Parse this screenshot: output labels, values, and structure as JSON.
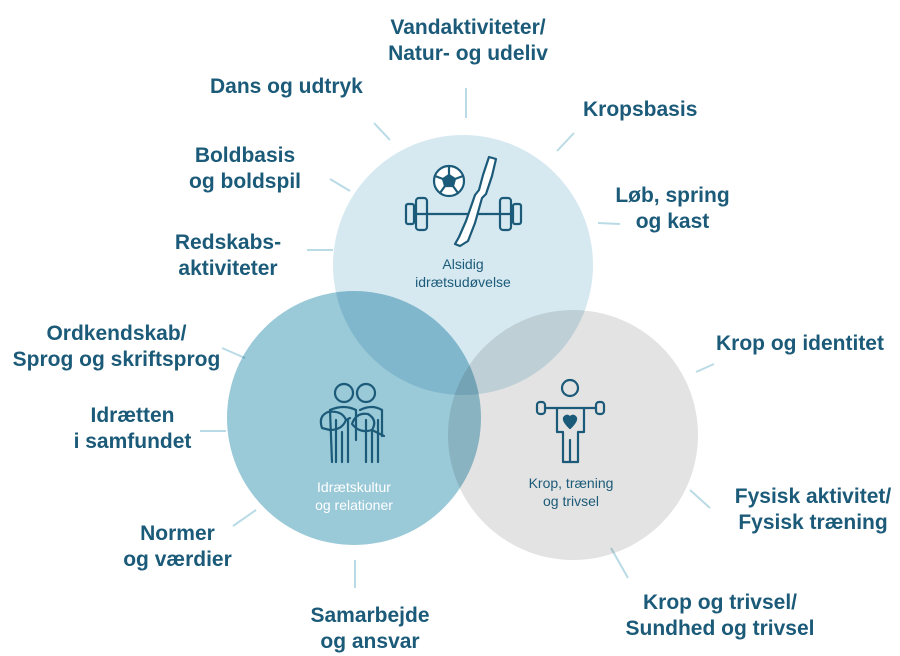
{
  "colors": {
    "circle_top": "#d6e9f1",
    "circle_left": "#9ac9d8",
    "circle_right": "#e3e3e3",
    "text": "#1b5a78",
    "lines": "#b9dbe6"
  },
  "circles": {
    "top": {
      "label_lines": [
        "Alsidig",
        "idrætsudøvelse"
      ],
      "icon": "ball-paddle-barbell-icon"
    },
    "left": {
      "label_lines": [
        "Idrætskultur",
        "og relationer"
      ],
      "icon": "two-people-icon"
    },
    "right": {
      "label_lines": [
        "Krop, træning",
        "og trivsel"
      ],
      "icon": "person-rings-heart-icon"
    }
  },
  "outer_labels": [
    {
      "id": "vandaktiviteter",
      "lines": [
        "Vandaktiviteter/",
        "Natur- og udeliv"
      ]
    },
    {
      "id": "dans",
      "lines": [
        "Dans og udtryk"
      ]
    },
    {
      "id": "kropsbasis",
      "lines": [
        "Kropsbasis"
      ]
    },
    {
      "id": "boldbasis",
      "lines": [
        "Boldbasis",
        "og boldspil"
      ]
    },
    {
      "id": "lob",
      "lines": [
        "Løb, spring",
        "og kast"
      ]
    },
    {
      "id": "redskabs",
      "lines": [
        "Redskabs-",
        "aktiviteter"
      ]
    },
    {
      "id": "ordkendskab",
      "lines": [
        "Ordkendskab/",
        "Sprog og skriftsprog"
      ]
    },
    {
      "id": "krop-identitet",
      "lines": [
        "Krop og identitet"
      ]
    },
    {
      "id": "idraetten",
      "lines": [
        "Idrætten",
        "i samfundet"
      ]
    },
    {
      "id": "fysisk",
      "lines": [
        "Fysisk aktivitet/",
        "Fysisk træning"
      ]
    },
    {
      "id": "normer",
      "lines": [
        "Normer",
        "og værdier"
      ]
    },
    {
      "id": "samarbejde",
      "lines": [
        "Samarbejde",
        "og ansvar"
      ]
    },
    {
      "id": "krop-trivsel",
      "lines": [
        "Krop og trivsel/",
        "Sundhed og trivsel"
      ]
    }
  ]
}
